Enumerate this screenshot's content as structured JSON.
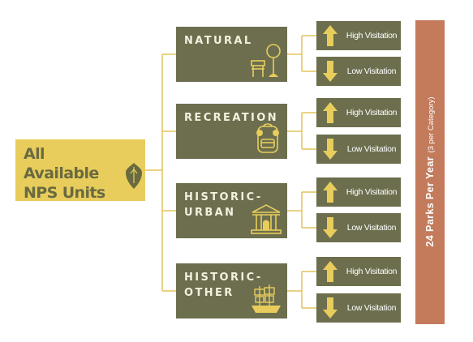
{
  "colors": {
    "root_fill": "#e8cd5c",
    "root_text": "#6a6a40",
    "box_fill": "#6c6e4e",
    "category_text": "#f3f0de",
    "connector": "#e2c35a",
    "arrow_fill": "#e8cd5c",
    "side_bar": "#c37b5c"
  },
  "root": {
    "text": "All Available NPS Units",
    "icon": "nps-arrowhead-icon"
  },
  "categories": [
    {
      "label": "NATURAL",
      "icon": "bench-and-tree-icon",
      "high": "High Visitation",
      "low": "Low Visitation"
    },
    {
      "label": "RECREATION",
      "icon": "backpack-icon",
      "high": "High Visitation",
      "low": "Low Visitation"
    },
    {
      "label": "HISTORIC-\nURBAN",
      "icon": "civic-building-icon",
      "high": "High Visitation",
      "low": "Low Visitation"
    },
    {
      "label": "HISTORIC-\nOTHER",
      "icon": "sailing-ship-icon",
      "high": "High Visitation",
      "low": "Low Visitation"
    }
  ],
  "side": {
    "main": "24 Parks Per Year",
    "sub": "(3 per Category)"
  }
}
